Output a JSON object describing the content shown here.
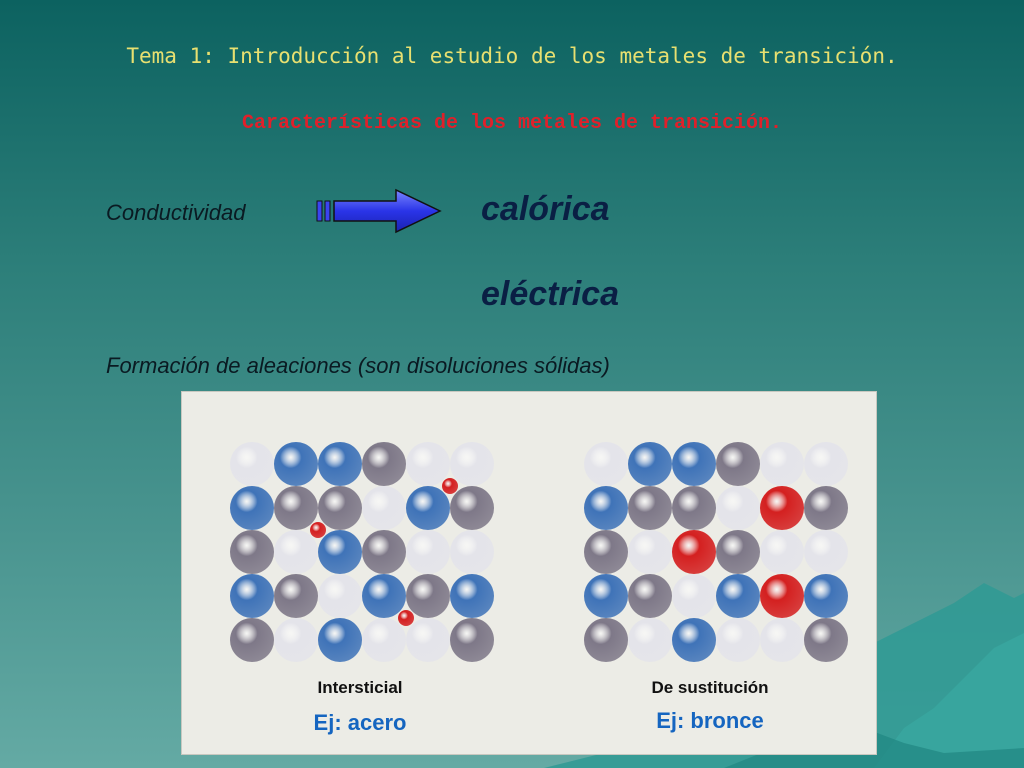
{
  "slide": {
    "title": "Tema 1: Introducción al estudio de los metales de transición.",
    "subtitle": "Características de los metales de transición.",
    "conductividad_label": "Conductividad",
    "calorica": "calórica",
    "electrica": "eléctrica",
    "aleaciones": "Formación de aleaciones  (son disoluciones sólidas)"
  },
  "figure": {
    "left_label": "Intersticial",
    "left_example": "Ej: acero",
    "right_label": "De sustitución",
    "right_example": "Ej: bronce",
    "left_grid": [
      [
        "W",
        "B",
        "B",
        "G",
        "W",
        "W"
      ],
      [
        "B",
        "G",
        "G",
        "W",
        "B",
        "G"
      ],
      [
        "G",
        "W",
        "B",
        "G",
        "W",
        "W"
      ],
      [
        "B",
        "G",
        "W",
        "B",
        "G",
        "B"
      ],
      [
        "G",
        "W",
        "B",
        "W",
        "W",
        "G"
      ]
    ],
    "left_interstitials": [
      [
        4.5,
        0.5
      ],
      [
        1.5,
        1.5
      ],
      [
        3.5,
        3.5
      ]
    ],
    "right_grid": [
      [
        "W",
        "B",
        "B",
        "G",
        "W",
        "W"
      ],
      [
        "B",
        "G",
        "G",
        "W",
        "R",
        "G"
      ],
      [
        "G",
        "W",
        "R",
        "G",
        "W",
        "W"
      ],
      [
        "B",
        "G",
        "W",
        "B",
        "R",
        "B"
      ],
      [
        "G",
        "W",
        "B",
        "W",
        "W",
        "G"
      ]
    ],
    "colors": {
      "blue_atom": "#3f73b8",
      "gray_atom": "#7e7888",
      "white_atom": "#e4e4ea",
      "red_atom": "#d42020"
    }
  }
}
